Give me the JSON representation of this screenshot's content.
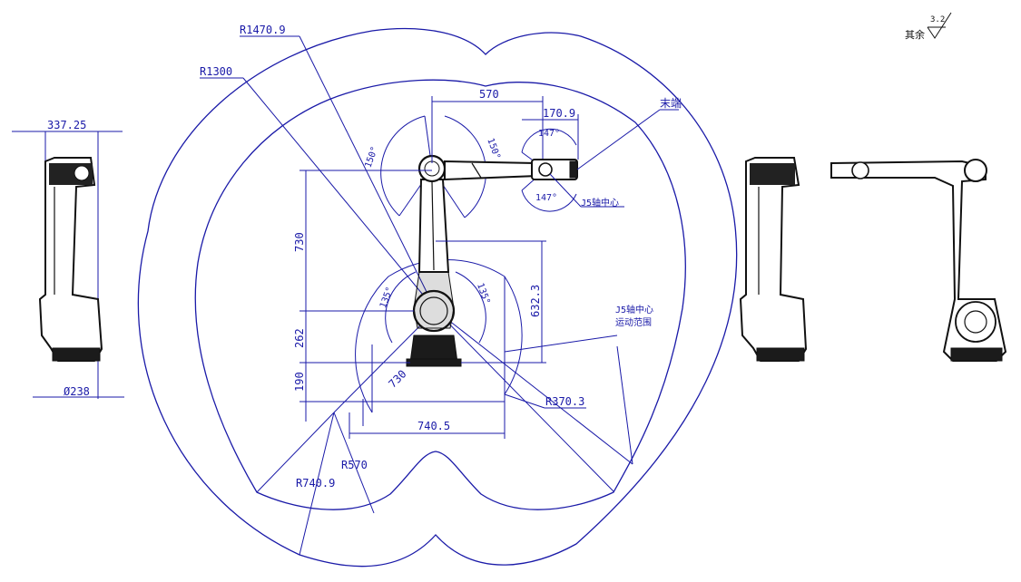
{
  "labels": {
    "r1470": "R1470.9",
    "r1300": "R1300",
    "d570": "570",
    "d170": "170.9",
    "tail": "末端",
    "a150l": "150°",
    "a150r": "150°",
    "a147t": "147°",
    "a147b": "147°",
    "j5c": "J5轴中心",
    "d730v": "730",
    "d632": "632.3",
    "a135l": "135°",
    "a135r": "135°",
    "j5range1": "J5轴中心",
    "j5range2": "运动范围",
    "d262": "262",
    "d190": "190",
    "d730d": "730",
    "r370": "R370.3",
    "d740": "740.5",
    "r570": "R570",
    "r740": "R740.9",
    "w337": "337.25",
    "dia238": "Ø238",
    "surface_prefix": "其余",
    "surface_val": "3.2"
  },
  "colors": {
    "dimension": "#1a1aa8",
    "ink": "#111111"
  }
}
